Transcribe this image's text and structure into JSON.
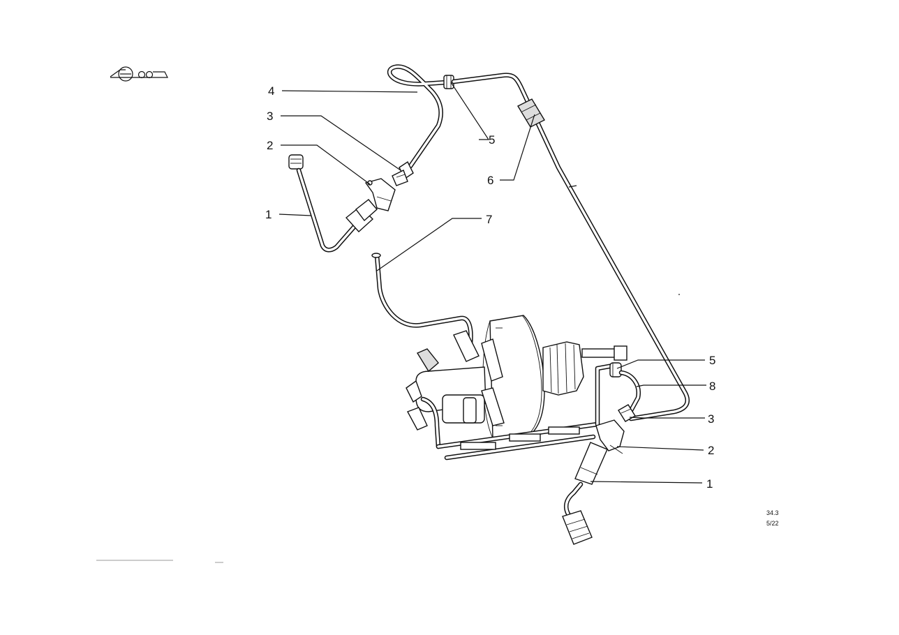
{
  "diagram": {
    "callouts": [
      {
        "id": "c4",
        "label": "4"
      },
      {
        "id": "c3a",
        "label": "3"
      },
      {
        "id": "c2a",
        "label": "2"
      },
      {
        "id": "c1a",
        "label": "1"
      },
      {
        "id": "c5a",
        "label": "5"
      },
      {
        "id": "c6",
        "label": "6"
      },
      {
        "id": "c7",
        "label": "7"
      },
      {
        "id": "c5b",
        "label": "5"
      },
      {
        "id": "c8",
        "label": "8"
      },
      {
        "id": "c3b",
        "label": "3"
      },
      {
        "id": "c2b",
        "label": "2"
      },
      {
        "id": "c1b",
        "label": "1"
      }
    ],
    "reference": {
      "group": "34.3",
      "sheet": "5/22"
    }
  }
}
